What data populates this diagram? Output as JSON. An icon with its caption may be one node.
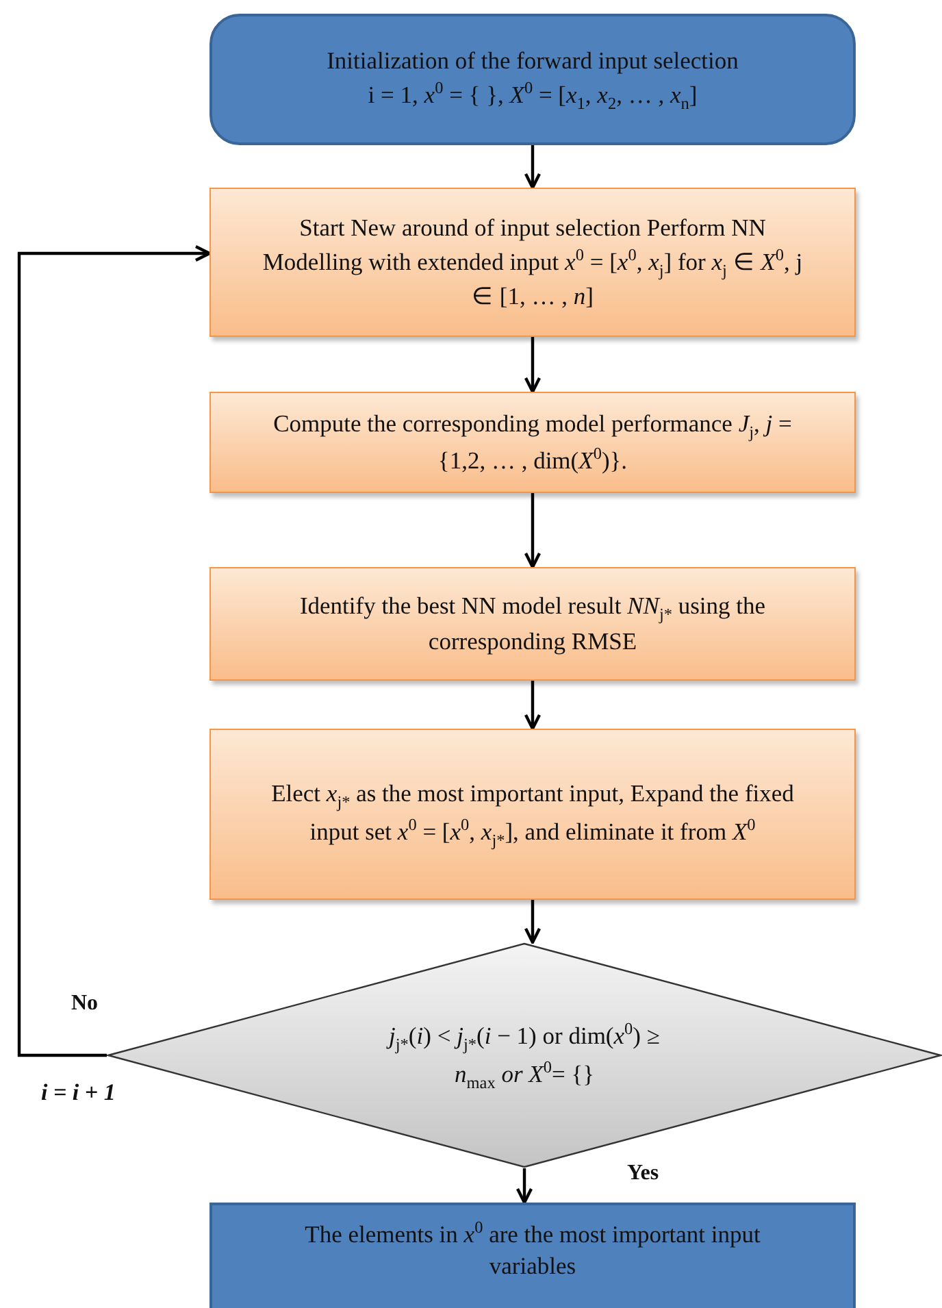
{
  "diagram": {
    "nodes": [
      {
        "text": [
          "Initialization of the forward input selection",
          "i = 1,  *x*$^{0}$ = { }, *X*$^{0}$ = [*x*$_{1}$,  *x*$_{2}$, … ,  *x*$_{n}$]"
        ]
      },
      {
        "text": [
          "Start New around of input selection Perform NN Modelling with extended input *x*$^{0}$ = [*x*$^{0}$,  *x*$_{j}$] for *x*$_{j}$ ∈ *X*$^{0}$, j ∈ [1, … , *n*]"
        ]
      },
      {
        "text": [
          "Compute the corresponding model performance *J*$_{j}$,  *j* = {1,2, … , dim(*X*$^{0}$)}."
        ]
      },
      {
        "text": [
          "Identify the best NN model result *NN*$_{j*}$ using the corresponding RMSE"
        ]
      },
      {
        "text": [
          "Elect *x*$_{j*}$ as the most important input, Expand the fixed input set *x*$^{0}$ = [*x*$^{0}$, *x*$_{j*}$], and eliminate it from *X*$^{0}$"
        ]
      },
      {
        "text": [
          "*j*$_{j*}$(*i*) < *j*$_{j*}$(*i* − 1) or dim(*x*$^{0}$) ≥ *n*$_{max}$ *or* *X*$^{0}$= {}"
        ]
      },
      {
        "text": [
          "The elements in *x*$^{0}$ are the most important input variables"
        ]
      }
    ],
    "edges": [
      {
        "from": 0,
        "to": 1,
        "arrow": "to"
      },
      {
        "from": 1,
        "to": 2,
        "arrow": "to"
      },
      {
        "from": 2,
        "to": 3,
        "arrow": "to"
      },
      {
        "from": 3,
        "to": 4,
        "arrow": "to"
      },
      {
        "from": 4,
        "to": 5,
        "arrow": "to"
      },
      {
        "from": 5,
        "to": 1,
        "arrow": "to",
        "label": "No"
      },
      {
        "from": 5,
        "to": 6,
        "arrow": "to",
        "label": "Yes"
      }
    ],
    "labels": [
      "i = i + 1"
    ]
  }
}
